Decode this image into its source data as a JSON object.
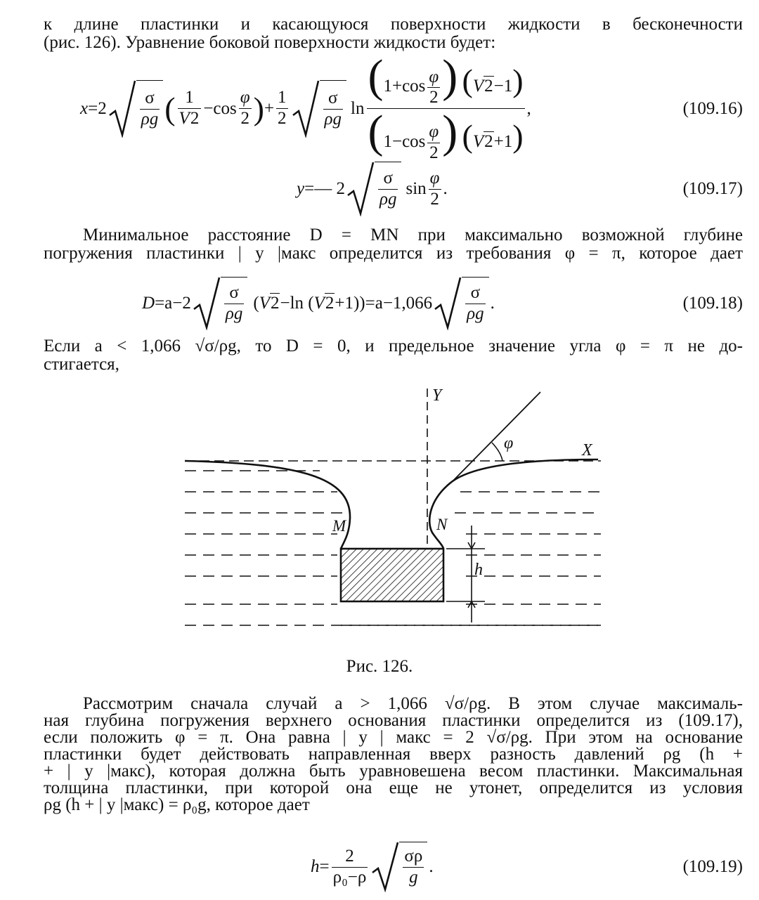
{
  "para_top": {
    "line1": "к длине пластинки и касающуюся поверхности жидкости в бесконечности",
    "line2": "(рис. 126). Уравнение боковой поверхности жидкости будет:"
  },
  "equations": {
    "eq16": {
      "lhs": "x",
      "eq": "=",
      "coef1": "2",
      "sigma": "σ",
      "rho_g": "ρg",
      "one": "1",
      "sqrt2": "2",
      "minus_cos": "−cos",
      "phi": "φ",
      "two": "2",
      "plus": "+",
      "half_num": "1",
      "half_den": "2",
      "ln": "ln",
      "num_expr_a": "1+cos",
      "num_expr_b": "−1",
      "den_expr_a": "1−cos",
      "den_expr_b": "+1",
      "comma": ",",
      "number": "(109.16)"
    },
    "eq17": {
      "lhs": "y",
      "rhs_start": "=— 2",
      "sigma": "σ",
      "rho_g": "ρg",
      "sin": "sin",
      "phi": "φ",
      "two": "2",
      "dot": ".",
      "number": "(109.17)"
    },
    "eq18": {
      "lhs": "D",
      "rhs_a": "=a−2",
      "sigma": "σ",
      "rho_g": "ρg",
      "mid": "(",
      "sqrt2": "2",
      "mid2": "−ln (",
      "mid3": "+1))=a−1,066",
      "dot": ".",
      "number": "(109.18)"
    },
    "eq19": {
      "lhs": "h",
      "eq": "=",
      "num": "2",
      "den": "ρ₀−ρ",
      "rad_num": "σρ",
      "rad_den": "g",
      "dot": ".",
      "number": "(109.19)"
    }
  },
  "para_mid": {
    "line1": "Минимальное расстояние D = MN при максимально возможной глубине",
    "line2": "погружения пластинки | y |макс определится из требования φ = π, которое дает"
  },
  "para_if": {
    "line1": "Если a < 1,066 √σ/ρg, то D = 0, и предельное значение угла φ = π не до-",
    "line2": "стигается,"
  },
  "figure": {
    "label_y": "Y",
    "label_x": "X",
    "label_phi": "φ",
    "label_m": "M",
    "label_n": "N",
    "label_h": "h",
    "caption": "Рис. 126."
  },
  "para_bottom": {
    "line1": "Рассмотрим сначала случай a > 1,066 √σ/ρg. В этом случае максималь-",
    "line2": "ная глубина погружения верхнего основания пластинки определится из (109.17),",
    "line3": "если положить φ = π. Она равна | y | макс = 2 √σ/ρg. При этом на основание",
    "line4": "пластинки будет действовать направленная вверх разность давлений ρg (h +",
    "line5": "+ | y |макс), которая должна быть уравновешена весом пластинки. Максимальная",
    "line6": "толщина пластинки, при которой она еще не утонет, определится из условия",
    "line7": "ρg (h + | y |макс) = ρ₀g, которое дает"
  }
}
